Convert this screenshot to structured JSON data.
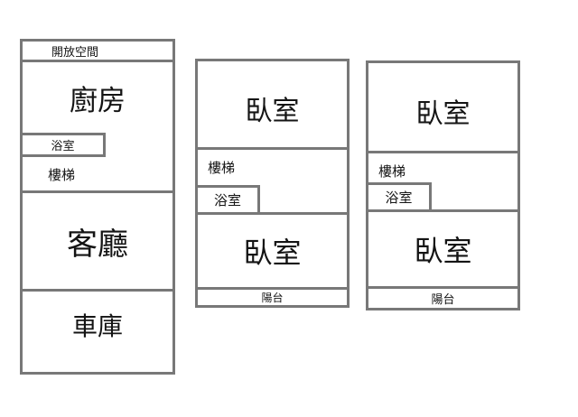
{
  "palette": {
    "wall_border": "#787878",
    "text": "#141414",
    "background": "#ffffff"
  },
  "units": {
    "left": {
      "open_space": "開放空間",
      "kitchen": "廚房",
      "bathroom": "浴室",
      "stairs": "樓梯",
      "living_room": "客廳",
      "garage": "車庫"
    },
    "middle": {
      "bedroom_top": "臥室",
      "stairs": "樓梯",
      "bathroom": "浴室",
      "bedroom_bottom": "臥室",
      "balcony": "陽台"
    },
    "right": {
      "bedroom_top": "臥室",
      "stairs": "樓梯",
      "bathroom": "浴室",
      "bedroom_bottom": "臥室",
      "balcony": "陽台"
    }
  }
}
